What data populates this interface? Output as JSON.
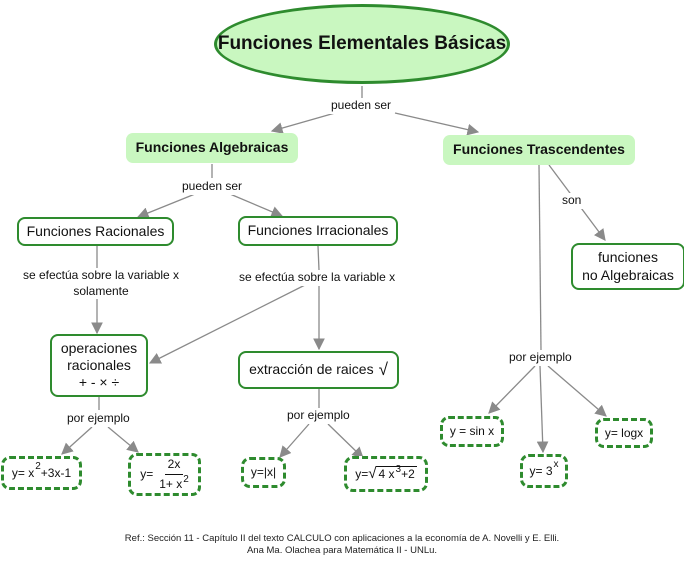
{
  "title": "Funciones Elementales Básicas",
  "links": {
    "root_children": "pueden ser",
    "algebraic_children": "pueden ser",
    "racionales_to_ops": [
      "se efectúa sobre la variable x",
      "solamente"
    ],
    "irracionales_to_ops": "se efectúa sobre la variable x",
    "trascendentes_son": "son",
    "ops_examples": "por ejemplo",
    "raices_examples": "por ejemplo",
    "trascendentes_examples": "por ejemplo"
  },
  "nodes": {
    "algebraicas": "Funciones Algebraicas",
    "trascendentes": "Funciones Trascendentes",
    "racionales": "Funciones Racionales",
    "irracionales": "Funciones Irracionales",
    "no_algebraicas": [
      "funciones",
      "no Algebraicas"
    ],
    "operaciones": [
      "operaciones",
      "racionales",
      "+ - × ÷"
    ],
    "raices": "extracción de raices",
    "raices_symbol": "√"
  },
  "examples": {
    "polynomial": {
      "prefix": "y= x",
      "exp": "2",
      "suffix": "+3x-1"
    },
    "rational": {
      "prefix": "y=",
      "num": "2x",
      "den_prefix": "1+ x",
      "den_exp": "2"
    },
    "abs": "y=|x|",
    "root": {
      "prefix": "y=",
      "sign": "√",
      "radicand": "4 x",
      "exp": "3",
      "suffix": "+2"
    },
    "sin": "y = sin x",
    "exp": {
      "prefix": "y= 3",
      "exp": "x"
    },
    "log": "y= logx"
  },
  "footer": {
    "line1": "Ref.: Sección 11 - Capítulo II del texto CALCULO con aplicaciones a la economía de A. Novelli y E. Elli.",
    "line2": "Ana Ma. Olachea para Matemática II - UNLu."
  },
  "colors": {
    "node_fill": "#c9f7c0",
    "node_border": "#2e8b2e",
    "connector": "#8a8a8a"
  }
}
